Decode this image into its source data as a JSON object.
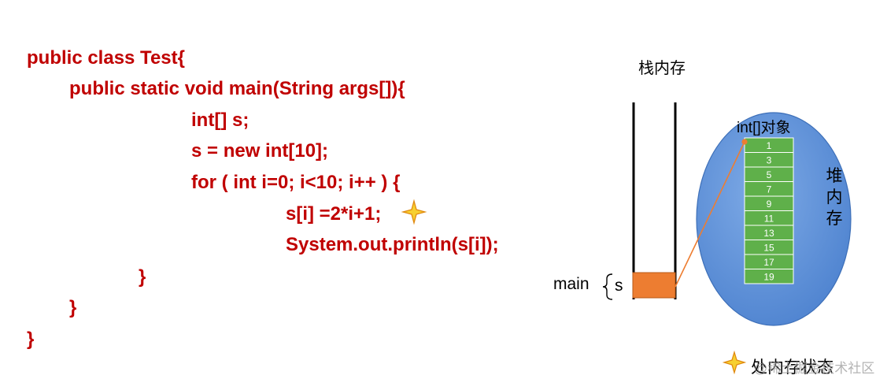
{
  "code_lines": [
    "public class Test{",
    "public static void main(String args[]){",
    "int[] s;",
    "s = new int[10];",
    "for ( int i=0; i<10; i++ ) {",
    "s[i] =2*i+1;",
    "System.out.println(s[i]);",
    "}",
    "}",
    "}"
  ],
  "stack": {
    "title": "栈内存",
    "frame_label": "main",
    "variable_label": "s"
  },
  "heap": {
    "label": "堆内存",
    "array_title": "int[]对象",
    "values": [
      1,
      3,
      5,
      7,
      9,
      11,
      13,
      15,
      17,
      19
    ]
  },
  "caption": "处内存状态",
  "watermark": "@稀土掘金技术社区",
  "colors": {
    "code": "#c00000",
    "heap_fill": "#5a8fd6",
    "array_cell": "#5fb04a",
    "stack_var": "#ed7d31",
    "arrow": "#ed7d31",
    "star": "#f0a020"
  },
  "icons": {
    "marker": "four-point-star-icon"
  }
}
